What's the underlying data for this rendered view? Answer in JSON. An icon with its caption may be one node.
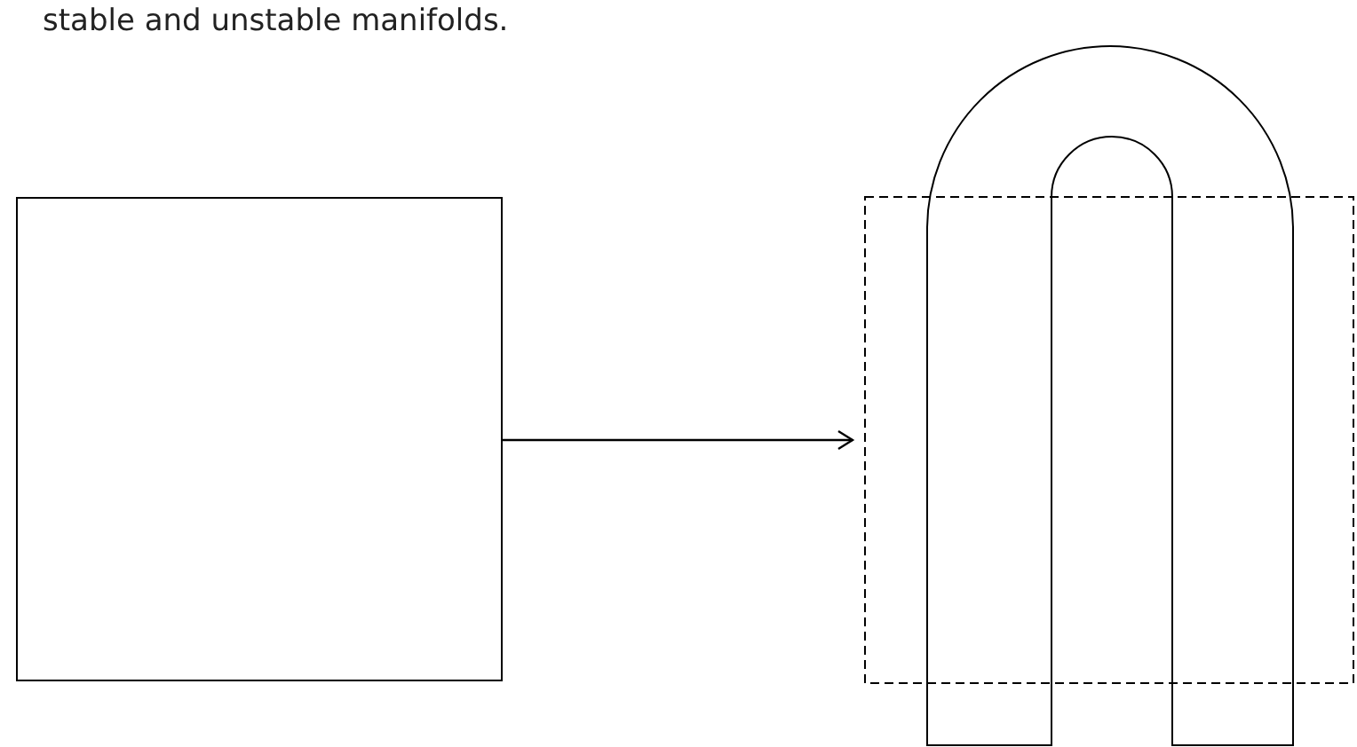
{
  "diagram": {
    "nodes": [
      {
        "text": [],
        "shape": "box"
      },
      {
        "text": [],
        "shape": "picture"
      }
    ],
    "edges": [
      {
        "from": 0,
        "to": 1,
        "arrow": "to"
      }
    ],
    "labels": [
      "stable and unstable manifolds."
    ]
  }
}
